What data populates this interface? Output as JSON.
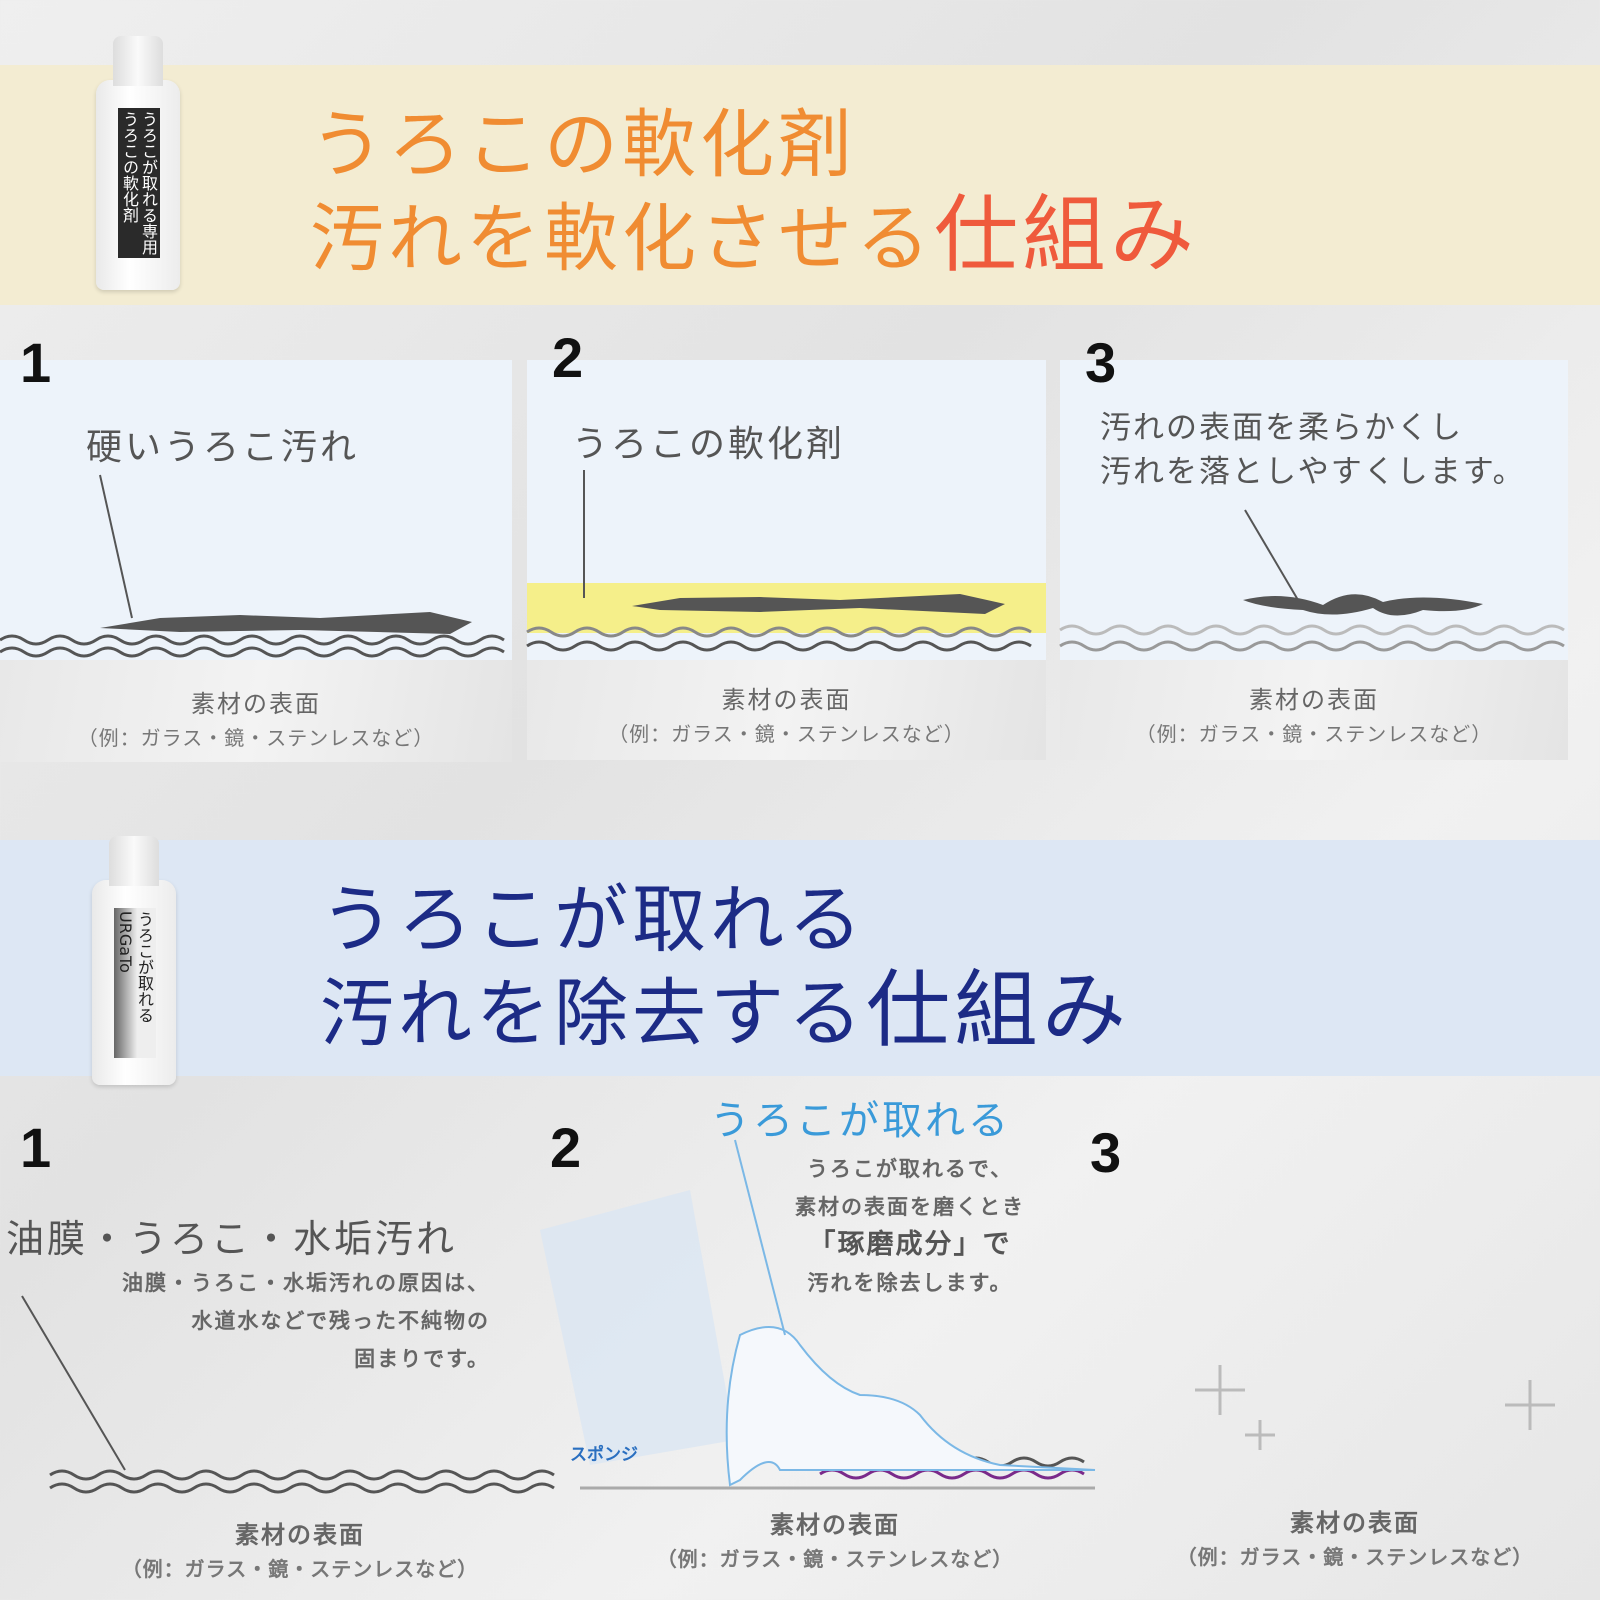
{
  "section1": {
    "title_line1": "うろこの軟化剤",
    "title_line2_prefix": "汚れを軟化させる",
    "title_line2_emphasis": "仕組み",
    "bottle_label": "うろこが取れる専用 うろこの軟化剤",
    "steps": [
      {
        "number": "1",
        "label": "硬いうろこ汚れ",
        "surface": "素材の表面",
        "surface_examples": "（例：ガラス・鏡・ステンレスなど）"
      },
      {
        "number": "2",
        "label": "うろこの軟化剤",
        "surface": "素材の表面",
        "surface_examples": "（例：ガラス・鏡・ステンレスなど）"
      },
      {
        "number": "3",
        "label_line1": "汚れの表面を柔らかくし",
        "label_line2": "汚れを落としやすくします。",
        "surface": "素材の表面",
        "surface_examples": "（例：ガラス・鏡・ステンレスなど）"
      }
    ],
    "colors": {
      "title": "#f08c32",
      "emphasis": "#ef5a3c",
      "band": "#f3ecd2",
      "agent": "#f5ef8a"
    }
  },
  "section2": {
    "title_line1": "うろこが取れる",
    "title_line2_prefix": "汚れを除去する",
    "title_line2_emphasis": "仕組み",
    "bottle_label": "うろこが取れる URGaTo",
    "steps": [
      {
        "number": "1",
        "label": "油膜・うろこ・水垢汚れ",
        "desc": [
          "油膜・うろこ・水垢汚れの原因は、",
          "水道水などで残った不純物の",
          "固まりです。"
        ],
        "surface": "素材の表面",
        "surface_examples": "（例：ガラス・鏡・ステンレスなど）"
      },
      {
        "number": "2",
        "product_label": "うろこが取れる",
        "desc": [
          "うろこが取れるで、",
          "素材の表面を磨くとき",
          "「琢磨成分」で",
          "汚れを除去します。"
        ],
        "sponge_label": "スポンジ",
        "surface": "素材の表面",
        "surface_examples": "（例：ガラス・鏡・ステンレスなど）"
      },
      {
        "number": "3",
        "surface": "素材の表面",
        "surface_examples": "（例：ガラス・鏡・ステンレスなど）"
      }
    ],
    "colors": {
      "title": "#1c2b86",
      "band": "#dde7f4",
      "accent": "#3a9ad9"
    }
  }
}
